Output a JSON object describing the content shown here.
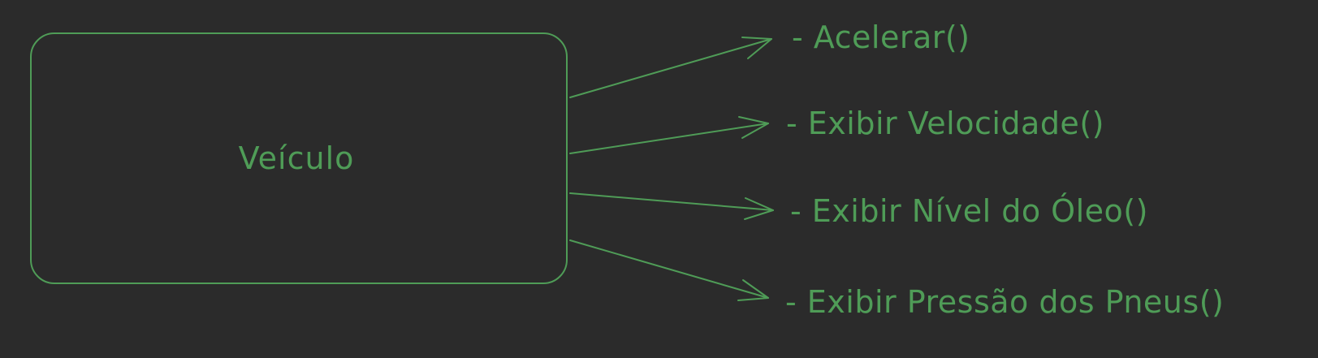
{
  "diagram": {
    "entity": "Veículo",
    "methods": [
      "- Acelerar()",
      "- Exibir Velocidade()",
      "- Exibir Nível do Óleo()",
      "- Exibir Pressão dos Pneus()"
    ]
  },
  "colors": {
    "background": "#2b2b2b",
    "stroke": "#4f9c57",
    "text": "#4f9c57"
  }
}
